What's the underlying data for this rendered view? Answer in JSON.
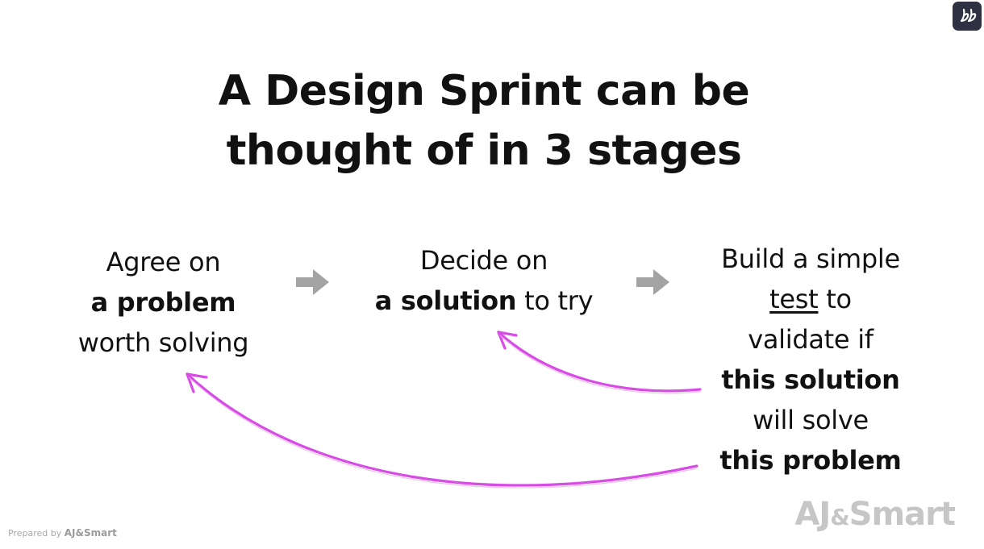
{
  "title": {
    "line1": "A Design Sprint can be",
    "line2": "thought of in 3 stages"
  },
  "stages": [
    {
      "line1": "Agree on",
      "line2_bold": "a problem",
      "line3": "worth solving"
    },
    {
      "line1": "Decide on",
      "line2_bold": "a solution",
      "line2_rest": " to try"
    },
    {
      "line1": "Build a simple",
      "line2_underlined": "test",
      "line2_rest": " to",
      "line3": "validate if",
      "line4_bold": "this solution",
      "line5": "will solve",
      "line6_bold": "this problem"
    }
  ],
  "colors": {
    "text": "#111111",
    "arrow": "#a3a3a3",
    "feedback_curve": "#d84ce6",
    "brand_watermark": "#c6c6c6"
  },
  "icons": {
    "stage_arrow": "right-arrow-icon",
    "feedback": "curved-arrow-icon",
    "video_logo": "video-logo-icon"
  },
  "branding": {
    "watermark_main": "AJ",
    "watermark_amp": "&",
    "watermark_rest": "Smart",
    "prepared_by": "Prepared by ",
    "prepared_brand": "AJ&Smart"
  }
}
